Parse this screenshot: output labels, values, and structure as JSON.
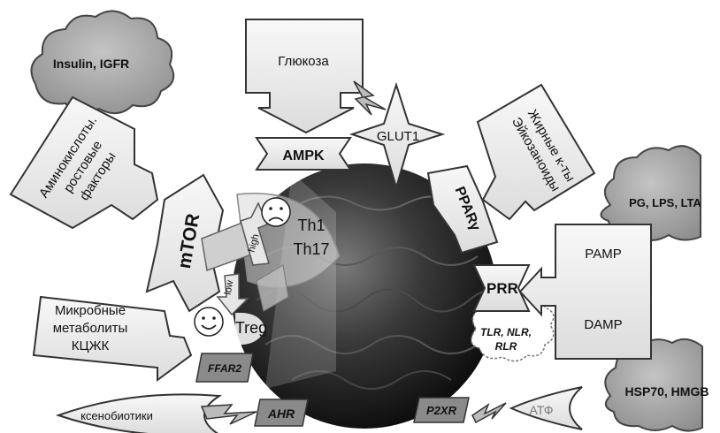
{
  "clouds": {
    "insulin": "Insulin, IGFR",
    "pg_lps": "PG, LPS, LTA",
    "hsp": "HSP70, HMGB",
    "tlr": [
      "TLR, NLR,",
      "RLR"
    ]
  },
  "arrows": {
    "glucose": "Глюкоза",
    "amino": [
      "Аминокислоты.",
      "ростовые",
      "факторы"
    ],
    "fatty": [
      "Жирные к-ты",
      "Эйкозаноиды"
    ],
    "microbial": [
      "Микробные",
      "метаболиты",
      "КЦЖК"
    ],
    "pamp": "PAMP",
    "damp": "DAMP",
    "xeno": "ксенобиотики",
    "atp": "АТФ"
  },
  "receptors": {
    "ampk": "AMPK",
    "glut1": "GLUT1",
    "mtor": "mTOR",
    "ppar": "PPARγ",
    "prr": "PRR",
    "ffar2": "FFAR2",
    "ahr": "AHR",
    "p2xr": "P2XR"
  },
  "cells": {
    "th1": "Th1",
    "th17": "Th17",
    "treg": "Treg",
    "high": "high",
    "low": "low"
  },
  "colors": {
    "arrow_fill": "#ececec",
    "cloud_fill": "#a6a6a6",
    "cell_dark": "#1e1e1e",
    "tag_fill": "#7f7f7f"
  }
}
